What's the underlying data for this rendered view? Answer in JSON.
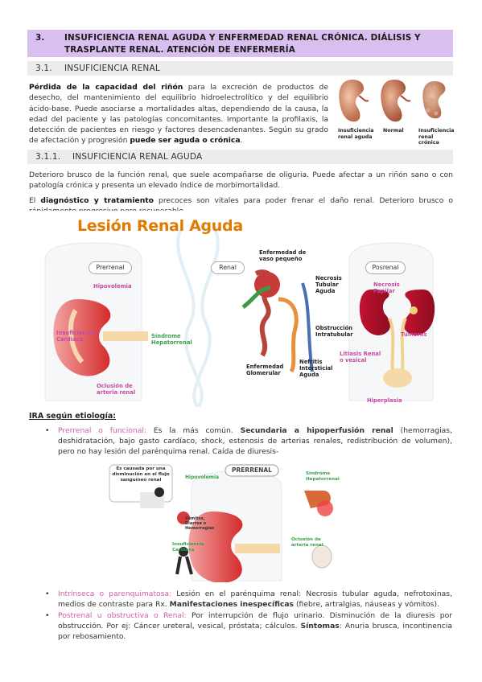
{
  "heading": {
    "number": "3.",
    "title": "INSUFICIENCIA RENAL AGUDA Y ENFERMEDAD RENAL CRÓNICA. DIÁLISIS Y TRASPLANTE RENAL. ATENCIÓN DE ENFERMERÍA"
  },
  "section_3_1": {
    "number": "3.1.",
    "title": "INSUFICIENCIA RENAL"
  },
  "intro": {
    "bold_lead": "Pérdida de la capacidad del riñón",
    "text": " para la excreción de productos de desecho, del mantenimiento del equilibrio hidroelectrolítico y del equilibrio ácido-base. Puede asociarse a mortalidades altas, dependiendo de la causa, la edad del paciente y las patologías concomitantes. Importante la profilaxis, la detección de pacientes en riesgo y factores desencadenantes. Según su grado de afectación y progresión ",
    "bold_tail": "puede ser aguda o crónica",
    "end": "."
  },
  "kidney_figure": {
    "captions": [
      "Insuficiencia renal aguda",
      "Normal",
      "Insuficiencia renal crónica"
    ]
  },
  "section_3_1_1": {
    "number": "3.1.1.",
    "title": "INSUFICIENCIA RENAL AGUDA"
  },
  "ira_def": "Deterioro brusco de la función renal, que suele acompañarse de oliguria. Puede afectar a un riñón sano o con patología crónica y presenta un elevado índice de morbimortalidad.",
  "ira_diag": {
    "pre": "El ",
    "bold": "diagnóstico y tratamiento",
    "text": " precoces son vitales para poder frenar el daño renal. Deterioro brusco o rápidamente progresivo pero recuperable."
  },
  "lra_figure": {
    "title": "Lesión Renal Aguda",
    "tags": [
      "Prerrenal",
      "Renal",
      "Posrenal"
    ],
    "labels": {
      "hipovolemia": "Hipovolemia",
      "insuficiencia_cardiaca": "Insuficiencia Cardiaca",
      "sindrome_hepatorrenal": "Síndrome Hepatorrenal",
      "oclusion": "Oclusión de arteria renal",
      "vaso_pequeno": "Enfermedad de vaso pequeño",
      "necrosis_tubular": "Necrosis Tubular Aguda",
      "obstruccion": "Obstrucción Intratubular",
      "glomerular": "Enfermedad Glomerular",
      "nefritis": "Nefritis Intersticial Aguda",
      "necrosis_papilar": "Necrosis Papilar",
      "tumores": "Tumores",
      "litiasis": "Litiasis Renal o vesical",
      "hiperplasia": "Hiperplasia"
    }
  },
  "etiologia_title": "IRA según etiología:",
  "bullets": {
    "prerrenal": {
      "label": "Prerrenal o funcional:",
      "t1": " Es la más común. ",
      "bold": "Secundaria a hipoperfusión renal",
      "t2": " (hemorragias, deshidratación, bajo gasto cardíaco, shock, estenosis de arterias renales, redistribución de volumen), pero no hay lesión del parénquima renal. Caída de diuresis-"
    },
    "intrinseca": {
      "label": "Intrínseca o parenquimatosa:",
      "t1": " Lesión en el parénquima renal: Necrosis tubular aguda, nefrotoxinas, medios de contraste para Rx. ",
      "bold": "Manifestaciones inespecíficas",
      "t2": " (fiebre, artralgias, náuseas y vómitos)."
    },
    "postrenal": {
      "label": "Postrenal u obstructiva o Renal:",
      "t1": " Por interrupción de flujo urinario. Disminución de la diuresis por obstrucción. Por ej: Cáncer ureteral, vesical, próstata; cálculos. ",
      "bold": "Síntomas",
      "t2": ": Anuria brusca, incontinencia por rebosamiento."
    }
  },
  "prerrenal_figure": {
    "banner": "PRERRENAL",
    "callout": "Es causada por una disminución en el flujo sanguíneo renal",
    "labels": {
      "hipovolemia": "Hipovolemia",
      "vomitos": "Vómitos, Diarrea o Hemorragias",
      "insuf": "Insuficiencia Cardiaca",
      "sindrome": "Síndrome Hepatorrenal",
      "oclusion": "Oclusión de arteria renal"
    }
  },
  "colors": {
    "heading_bg": "#d9bff0",
    "subheading_bg": "#ececec",
    "accent_pink": "#d05fa8",
    "title_orange": "#e07a00"
  }
}
